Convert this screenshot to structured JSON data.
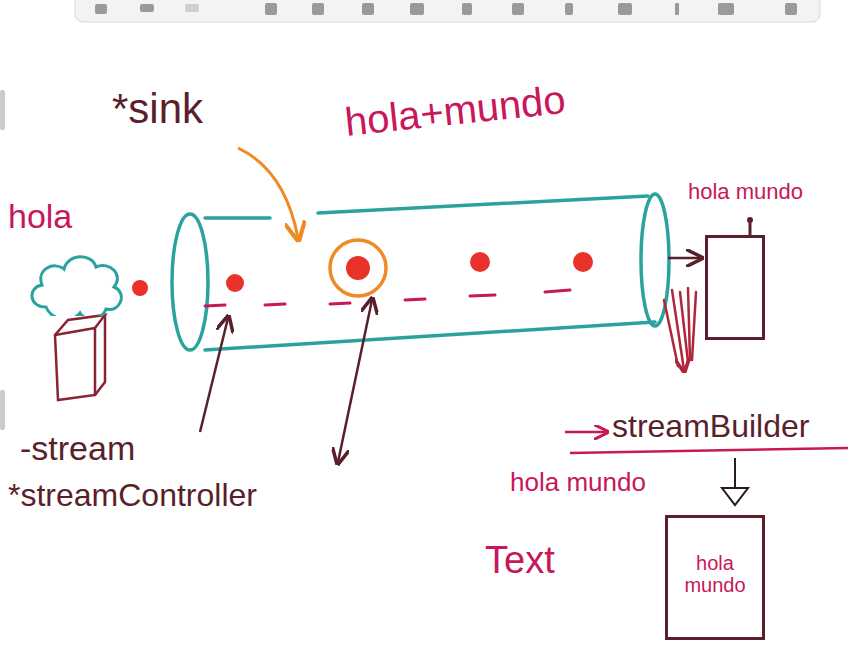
{
  "diagram": {
    "nodes": [
      {
        "text": [
          "hola"
        ]
      },
      {
        "text": [
          "hola mundo"
        ]
      },
      {
        "text": [
          "hola mundo"
        ]
      }
    ],
    "labels": [
      "*sink",
      "hola+mundo",
      "-stream",
      "*streamController",
      "streamBuilder",
      "hola mundo",
      "Text"
    ]
  }
}
